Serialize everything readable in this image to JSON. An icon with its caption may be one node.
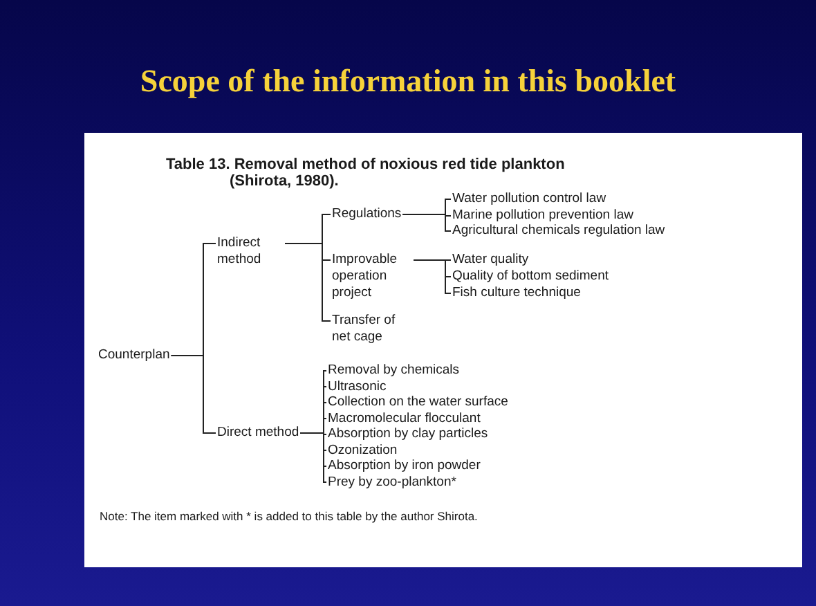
{
  "diagram": {
    "title": "Scope of the information in this booklet",
    "nodes": [
      {
        "text": [
          "Counterplan"
        ]
      },
      {
        "text": [
          "Indirect method"
        ]
      },
      {
        "text": [
          "Direct method"
        ]
      },
      {
        "text": [
          "Regulations"
        ]
      },
      {
        "text": [
          "Improvable operation project"
        ]
      },
      {
        "text": [
          "Transfer of net cage"
        ]
      },
      {
        "text": [
          "Water pollution control law"
        ]
      },
      {
        "text": [
          "Marine pollution prevention law"
        ]
      },
      {
        "text": [
          "Agricultural chemicals regulation law"
        ]
      },
      {
        "text": [
          "Water quality"
        ]
      },
      {
        "text": [
          "Quality of bottom sediment"
        ]
      },
      {
        "text": [
          "Fish culture technique"
        ]
      },
      {
        "text": [
          "Removal by chemicals"
        ]
      },
      {
        "text": [
          "Ultrasonic"
        ]
      },
      {
        "text": [
          "Collection on the water surface"
        ]
      },
      {
        "text": [
          "Macromolecular flocculant"
        ]
      },
      {
        "text": [
          "Absorption by clay particles"
        ]
      },
      {
        "text": [
          "Ozonization"
        ]
      },
      {
        "text": [
          "Absorption by iron powder"
        ]
      },
      {
        "text": [
          "Prey by zoo-plankton*"
        ]
      }
    ],
    "edges": [
      {
        "from": 0,
        "to": 1,
        "arrow": "none"
      },
      {
        "from": 0,
        "to": 2,
        "arrow": "none"
      },
      {
        "from": 1,
        "to": 3,
        "arrow": "none"
      },
      {
        "from": 1,
        "to": 4,
        "arrow": "none"
      },
      {
        "from": 1,
        "to": 5,
        "arrow": "none"
      },
      {
        "from": 3,
        "to": 6,
        "arrow": "none"
      },
      {
        "from": 3,
        "to": 7,
        "arrow": "none"
      },
      {
        "from": 3,
        "to": 8,
        "arrow": "none"
      },
      {
        "from": 4,
        "to": 9,
        "arrow": "none"
      },
      {
        "from": 4,
        "to": 10,
        "arrow": "none"
      },
      {
        "from": 4,
        "to": 11,
        "arrow": "none"
      },
      {
        "from": 2,
        "to": 12,
        "arrow": "none"
      },
      {
        "from": 2,
        "to": 13,
        "arrow": "none"
      },
      {
        "from": 2,
        "to": 14,
        "arrow": "none"
      },
      {
        "from": 2,
        "to": 15,
        "arrow": "none"
      },
      {
        "from": 2,
        "to": 16,
        "arrow": "none"
      },
      {
        "from": 2,
        "to": 17,
        "arrow": "none"
      },
      {
        "from": 2,
        "to": 18,
        "arrow": "none"
      },
      {
        "from": 2,
        "to": 19,
        "arrow": "none"
      }
    ],
    "labels": [
      "Table 13. Removal method of noxious red tide plankton",
      "(Shirota, 1980).",
      "Note: The item marked with * is added to this table by the author Shirota."
    ]
  }
}
